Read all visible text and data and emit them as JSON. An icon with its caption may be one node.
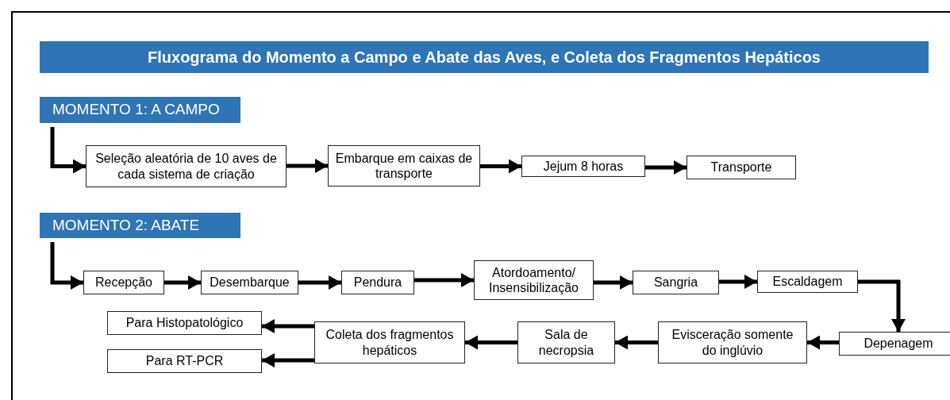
{
  "diagram": {
    "title": "Fluxograma do Momento a Campo e Abate das Aves, e Coleta dos Fragmentos Hepáticos",
    "nodes": [
      {
        "text": [
          "MOMENTO 1: A CAMPO"
        ]
      },
      {
        "text": [
          "Seleção aleatória de 10 aves de cada sistema de criação"
        ]
      },
      {
        "text": [
          "Embarque em caixas de transporte"
        ]
      },
      {
        "text": [
          "Jejum 8 horas"
        ]
      },
      {
        "text": [
          "Transporte"
        ]
      },
      {
        "text": [
          "MOMENTO 2: ABATE"
        ]
      },
      {
        "text": [
          "Recepção"
        ]
      },
      {
        "text": [
          "Desembarque"
        ]
      },
      {
        "text": [
          "Pendura"
        ]
      },
      {
        "text": [
          "Atordoamento/ Insensibilização"
        ]
      },
      {
        "text": [
          "Sangria"
        ]
      },
      {
        "text": [
          "Escaldagem"
        ]
      },
      {
        "text": [
          "Depenagem"
        ]
      },
      {
        "text": [
          "Evisceração somente do inglúvio"
        ]
      },
      {
        "text": [
          "Sala de necropsia"
        ]
      },
      {
        "text": [
          "Coleta dos fragmentos hepáticos"
        ]
      },
      {
        "text": [
          "Para Histopatológico"
        ]
      },
      {
        "text": [
          "Para RT-PCR"
        ]
      }
    ],
    "edges": [
      {
        "from": 0,
        "to": 1,
        "arrow": "to"
      },
      {
        "from": 1,
        "to": 2,
        "arrow": "to"
      },
      {
        "from": 2,
        "to": 3,
        "arrow": "to"
      },
      {
        "from": 3,
        "to": 4,
        "arrow": "to"
      },
      {
        "from": 5,
        "to": 6,
        "arrow": "to"
      },
      {
        "from": 6,
        "to": 7,
        "arrow": "to"
      },
      {
        "from": 7,
        "to": 8,
        "arrow": "to"
      },
      {
        "from": 8,
        "to": 9,
        "arrow": "to"
      },
      {
        "from": 9,
        "to": 10,
        "arrow": "to"
      },
      {
        "from": 10,
        "to": 11,
        "arrow": "to"
      },
      {
        "from": 11,
        "to": 12,
        "arrow": "to"
      },
      {
        "from": 12,
        "to": 13,
        "arrow": "to"
      },
      {
        "from": 13,
        "to": 14,
        "arrow": "to"
      },
      {
        "from": 14,
        "to": 15,
        "arrow": "to"
      },
      {
        "from": 15,
        "to": 16,
        "arrow": "to"
      },
      {
        "from": 15,
        "to": 17,
        "arrow": "to"
      }
    ]
  }
}
